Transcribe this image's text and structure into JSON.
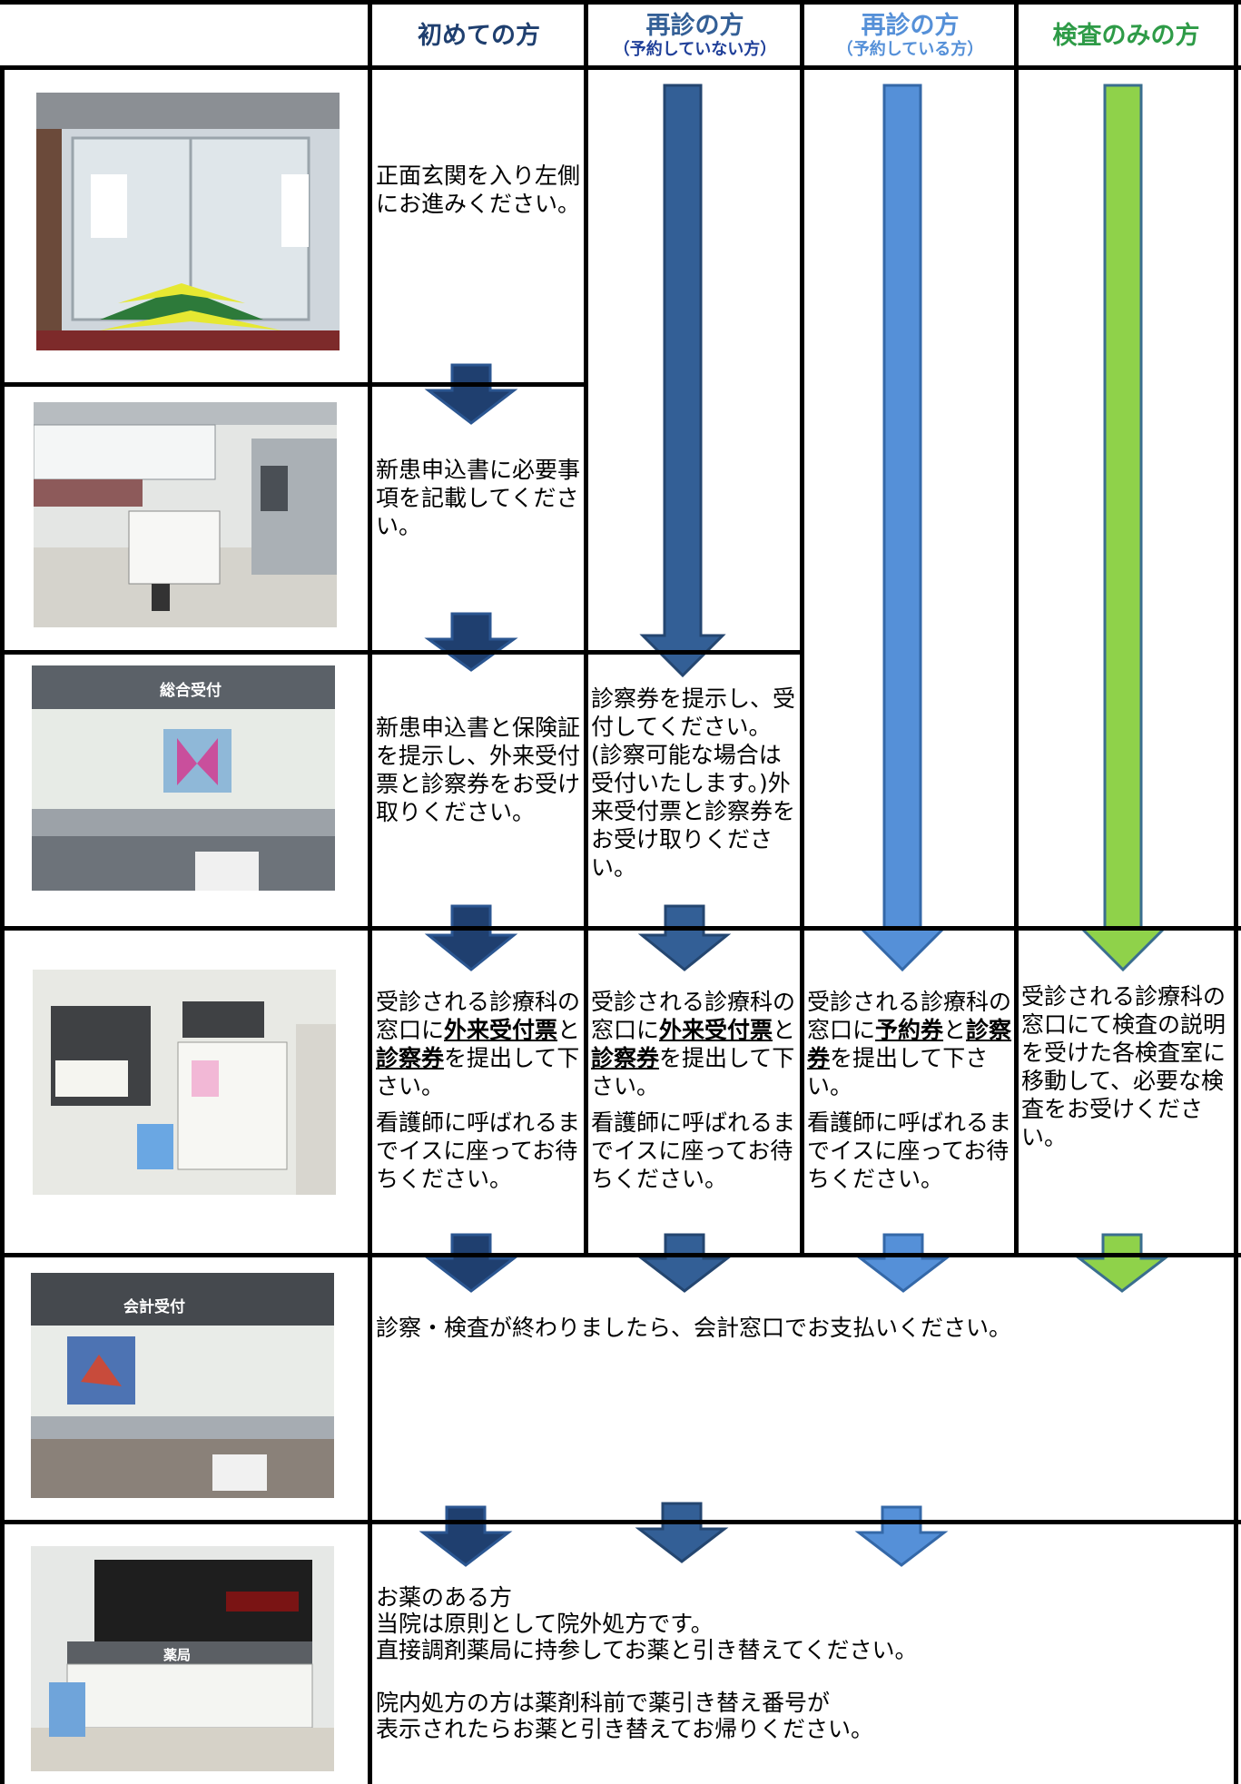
{
  "colors": {
    "col1": "#1f3f6f",
    "col2": "#335f96",
    "col3": "#5590d8",
    "col4": "#8fd24a",
    "col4_text": "#2e9b47"
  },
  "headers": [
    {
      "main": "初めての方",
      "sub": ""
    },
    {
      "main": "再診の方",
      "sub": "（予約していない方）"
    },
    {
      "main": "再診の方",
      "sub": "（予約している方）"
    },
    {
      "main": "検査のみの方",
      "sub": ""
    }
  ],
  "photos": {
    "entrance": "entrance-photo",
    "lobby": "lobby-photo",
    "reception": "reception-photo",
    "reception_sign": "総合受付",
    "clinic_window": "clinic-window-photo",
    "accounting": "accounting-photo",
    "accounting_sign": "会計受付",
    "pharmacy": "pharmacy-photo",
    "pharmacy_sign": "薬局"
  },
  "steps": {
    "entrance": "正面玄関を入り左側にお進みください。",
    "form": "新患申込書に必要事項を記載してください。",
    "reception_new": "新患申込書と保険証を提示し、外来受付票と診察券をお受け取りください。",
    "reception_revisit": "診察券を提示し、受付してください。(診察可能な場合は受付いたします。)外来受付票と診察券をお受け取りください。"
  },
  "department": {
    "col1": {
      "pre": "受診される診療科の窓口に",
      "doc1": "外来受付票",
      "mid": "と",
      "doc2": "診察券",
      "post": "を提出して下さい。"
    },
    "col2": {
      "pre": "受診される診療科の窓口に",
      "doc1": "外来受付票",
      "mid": "と",
      "doc2": "診察券",
      "post": "を提出して下さい。"
    },
    "col3": {
      "pre": "受診される診療科の窓口に",
      "doc1": "予約券",
      "mid": "と",
      "doc2": "診察券",
      "post": "を提出して下さい。"
    },
    "wait": "看護師に呼ばれるまでイスに座ってお待ちください。",
    "exam_only": "受診される診療科の窓口にて検査の説明を受けた各検査室に移動して、必要な検査をお受けください。"
  },
  "payment": "診察・検査が終わりましたら、会計窓口でお支払いください。",
  "medicine": {
    "line1": "お薬のある方",
    "line2": "当院は原則として院外処方です。",
    "line3": "直接調剤薬局に持参してお薬と引き替えてください。",
    "line4": "院内処方の方は薬剤科前で薬引き替え番号が",
    "line5": "表示されたらお薬と引き替えてお帰りください。"
  }
}
